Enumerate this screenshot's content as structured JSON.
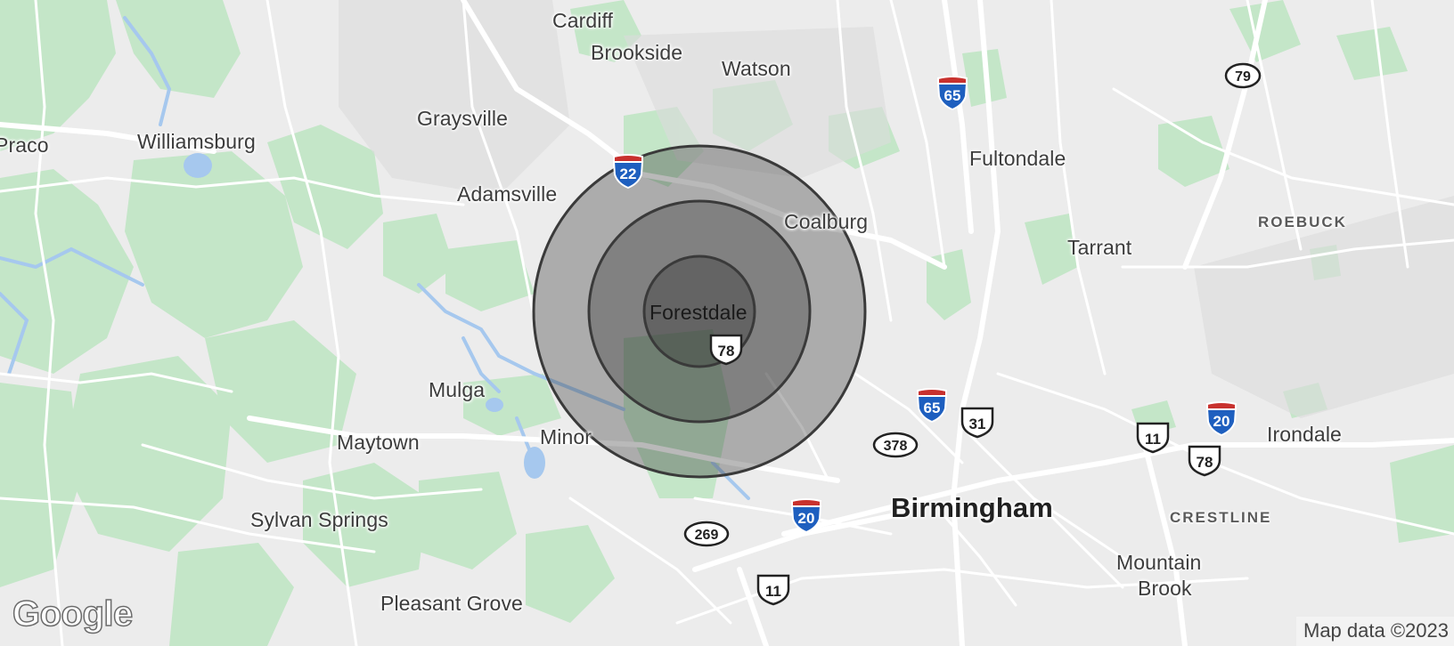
{
  "map": {
    "attribution": "Map data ©2023",
    "logo": "Google",
    "center_label": "Forestdale",
    "places": {
      "cardiff": "Cardiff",
      "brookside": "Brookside",
      "watson": "Watson",
      "graysville": "Graysville",
      "praco": "Praco",
      "williamsburg": "Williamsburg",
      "fultondale": "Fultondale",
      "adamsville": "Adamsville",
      "coalburg": "Coalburg",
      "roebuck": "ROEBUCK",
      "tarrant": "Tarrant",
      "mulga": "Mulga",
      "maytown": "Maytown",
      "minor": "Minor",
      "irondale": "Irondale",
      "birmingham": "Birmingham",
      "crestline": "CRESTLINE",
      "sylvan_springs": "Sylvan Springs",
      "mountain": "Mountain",
      "brook": "Brook",
      "pleasant_grove": "Pleasant Grove"
    },
    "shields": {
      "i65_north": "65",
      "i22": "22",
      "i65_south": "65",
      "i20_west": "20",
      "i20_east": "20",
      "us78_center": "78",
      "us78_east": "78",
      "us31": "31",
      "us11_east": "11",
      "us11_south": "11",
      "sr79": "79",
      "sr378": "378",
      "sr269": "269"
    },
    "radius_rings": 3,
    "colors": {
      "land": "#ececec",
      "park": "#bfe3c4",
      "water": "#a6c8ee",
      "road": "#ffffff",
      "ring_fill": "#2b2b2b",
      "ring_stroke": "#3a3a3a",
      "interstate_blue": "#1e5fbf",
      "interstate_red": "#c8312e"
    }
  }
}
